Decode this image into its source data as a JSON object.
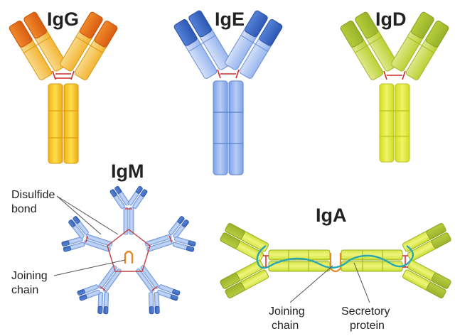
{
  "titles": {
    "igg": "IgG",
    "ige": "IgE",
    "igd": "IgD",
    "igm": "IgM",
    "iga": "IgA"
  },
  "labels": {
    "disulfide_line1": "Disulfide",
    "disulfide_line2": "bond",
    "joining_igm_line1": "Joining",
    "joining_igm_line2": "chain",
    "joining_iga_line1": "Joining",
    "joining_iga_line2": "chain",
    "secretory_line1": "Secretory",
    "secretory_line2": "protein"
  },
  "colors": {
    "igg_stem": "#f6c31f",
    "igg_arm": "#f5b52a",
    "igg_tip": "#e86e1c",
    "ige_stem": "#8fb0ee",
    "ige_arm": "#a9c2f2",
    "ige_tip": "#3c69c8",
    "igd_stem": "#dde630",
    "igd_arm": "#c4d63a",
    "igd_tip": "#a8c031",
    "igm_body": "#aec8f0",
    "igm_tip": "#4f7dcc",
    "iga_body": "#cde03c",
    "iga_tip": "#a9c433",
    "bond": "#d02a2a",
    "joining": "#e08a2a",
    "secretory": "#2aa8b0"
  }
}
